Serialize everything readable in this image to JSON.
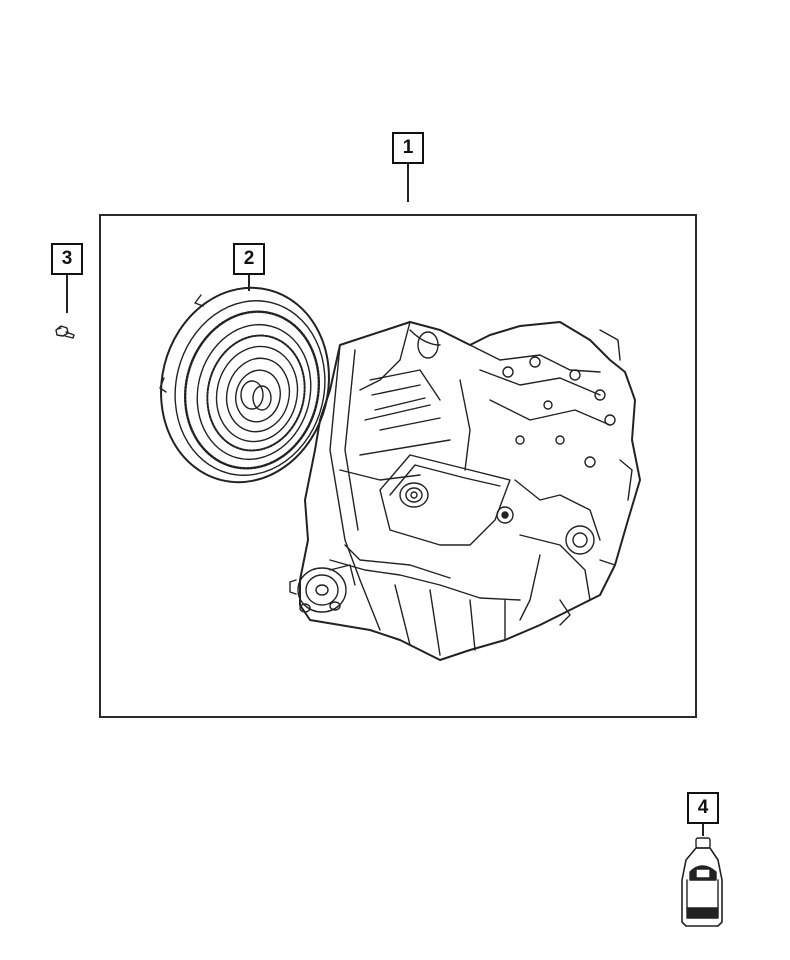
{
  "diagram": {
    "type": "exploded parts diagram",
    "subject": "transmission assembly",
    "callouts": [
      {
        "id": "1",
        "label": "1",
        "part": "transmission-assembly"
      },
      {
        "id": "2",
        "label": "2",
        "part": "torque-converter"
      },
      {
        "id": "3",
        "label": "3",
        "part": "bolt"
      },
      {
        "id": "4",
        "label": "4",
        "part": "transmission-fluid-bottle"
      }
    ]
  },
  "colors": {
    "line": "#222222",
    "background": "#ffffff"
  }
}
